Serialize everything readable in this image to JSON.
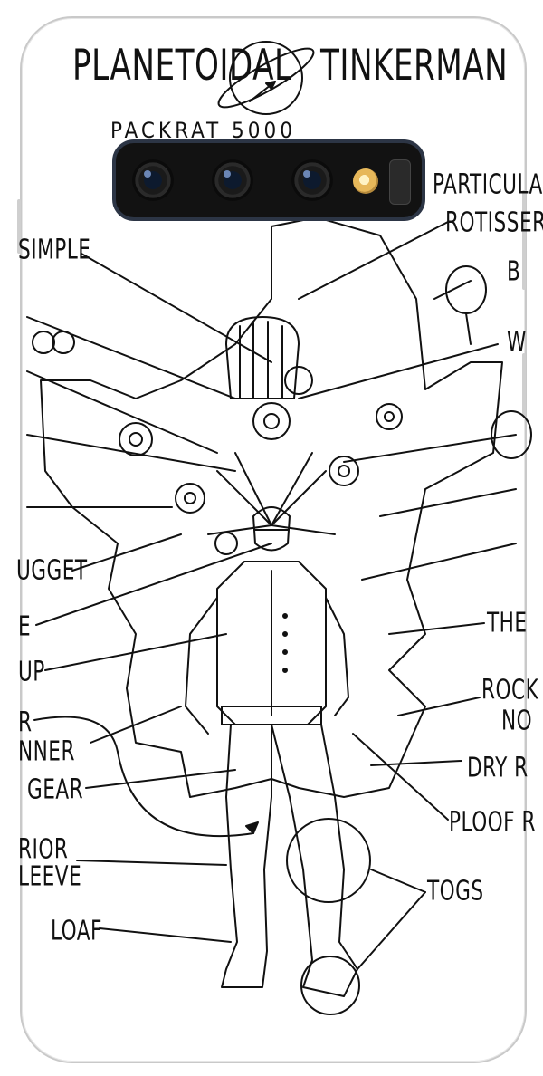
{
  "title": {
    "left": "PLANETOIDAL",
    "right": "TINKERMAN",
    "subtitle": "PACKRAT 5000"
  },
  "labels": {
    "particular": "PARTICULAR",
    "rotisser": "ROTISSER",
    "b": "B",
    "w": "W",
    "simple": "SIMPLE",
    "nugget": "UGGET",
    "e": "E",
    "up": "UP",
    "r": "R",
    "inner": "NNER",
    "gear": "GEAR",
    "the": "THE",
    "rock": "ROCK",
    "no": "NO",
    "dry": "DRY R",
    "ploof": "PLOOF R",
    "rior": "RIOR",
    "sleeve": "LEEVE",
    "togs": "TOGS",
    "loaf": "LOAF"
  },
  "icons": {
    "planet": "planet-with-arrow-icon",
    "camera": "camera-lens-icon",
    "flash": "flash-icon"
  }
}
